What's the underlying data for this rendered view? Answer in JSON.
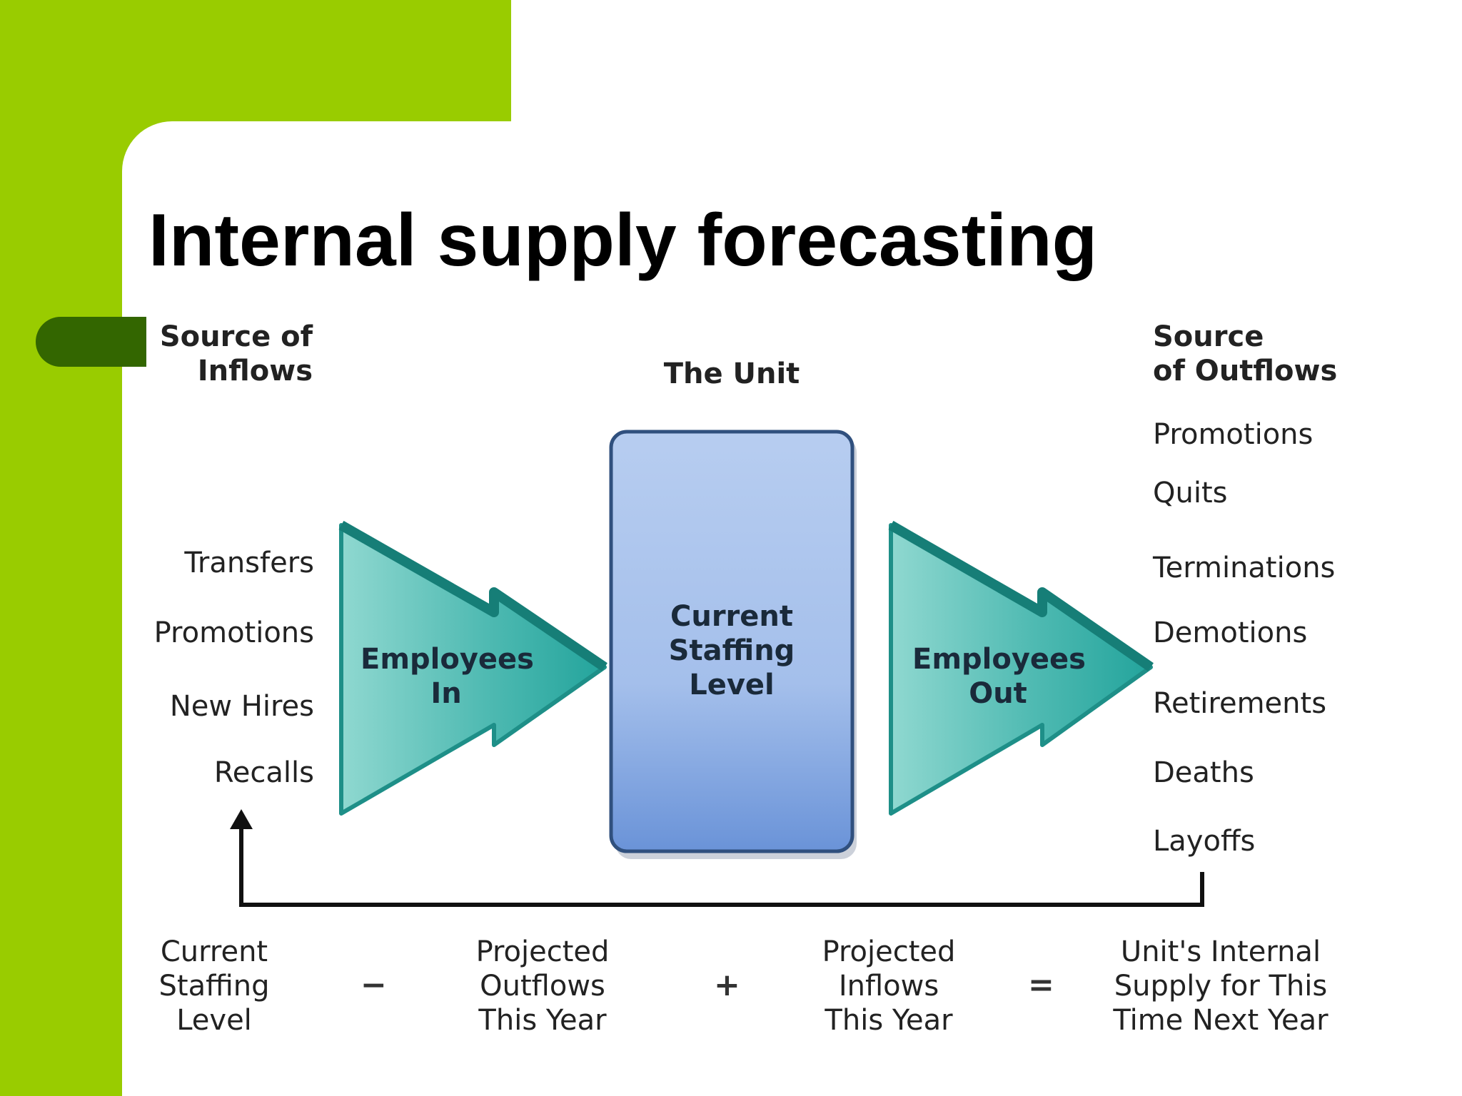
{
  "slide": {
    "title": "Internal supply forecasting",
    "colors": {
      "accent": "#99cc00",
      "tab": "#336600",
      "arrow": "#2aa8a0",
      "box": "#8fb2e6"
    }
  },
  "diagram": {
    "inflows_header": [
      "Source of",
      "Inflows"
    ],
    "unit_header": "The Unit",
    "outflows_header": [
      "Source",
      "of Outflows"
    ],
    "inflows": [
      "Transfers",
      "Promotions",
      "New Hires",
      "Recalls"
    ],
    "outflows": [
      "Promotions",
      "Quits",
      "Terminations",
      "Demotions",
      "Retirements",
      "Deaths",
      "Layoffs"
    ],
    "employees_in": [
      "Employees",
      "In"
    ],
    "current_box": [
      "Current",
      "Staffing",
      "Level"
    ],
    "employees_out": [
      "Employees",
      "Out"
    ]
  },
  "equation": {
    "term1": [
      "Current",
      "Staffing",
      "Level"
    ],
    "minus": "−",
    "term2": [
      "Projected",
      "Outflows",
      "This Year"
    ],
    "plus": "+",
    "term3": [
      "Projected",
      "Inflows",
      "This Year"
    ],
    "equals": "=",
    "result": [
      "Unit's Internal",
      "Supply for This",
      "Time Next Year"
    ]
  }
}
